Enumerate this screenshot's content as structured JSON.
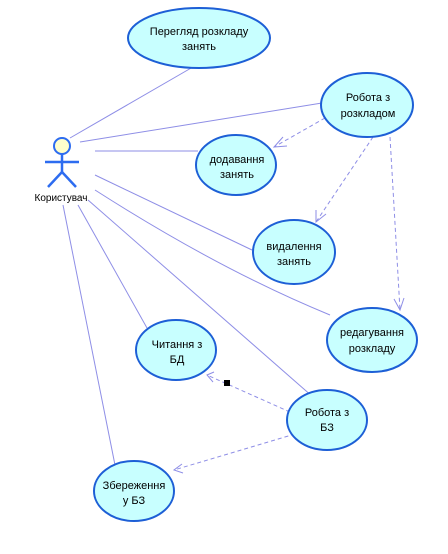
{
  "actor": {
    "label": "Користувач"
  },
  "use_cases": {
    "view_schedule": [
      "Перегляд розкладу",
      "занять"
    ],
    "work_schedule": [
      "Робота з",
      "розкладом"
    ],
    "add_lessons": [
      "додавання",
      "занять"
    ],
    "delete_lessons": [
      "видалення",
      "занять"
    ],
    "edit_schedule": [
      "редагування",
      "розкладу"
    ],
    "read_db": [
      "Читання з",
      "БД"
    ],
    "work_kb": [
      "Робота з",
      "БЗ"
    ],
    "save_kb": [
      "Збереження",
      "у БЗ"
    ]
  },
  "colors": {
    "use_case_fill": "#c8ffff",
    "use_case_border": "#1d5fd6",
    "actor": "#2d6cf0",
    "actor_head": "#ffffcc",
    "line": "#8e8ee6"
  }
}
